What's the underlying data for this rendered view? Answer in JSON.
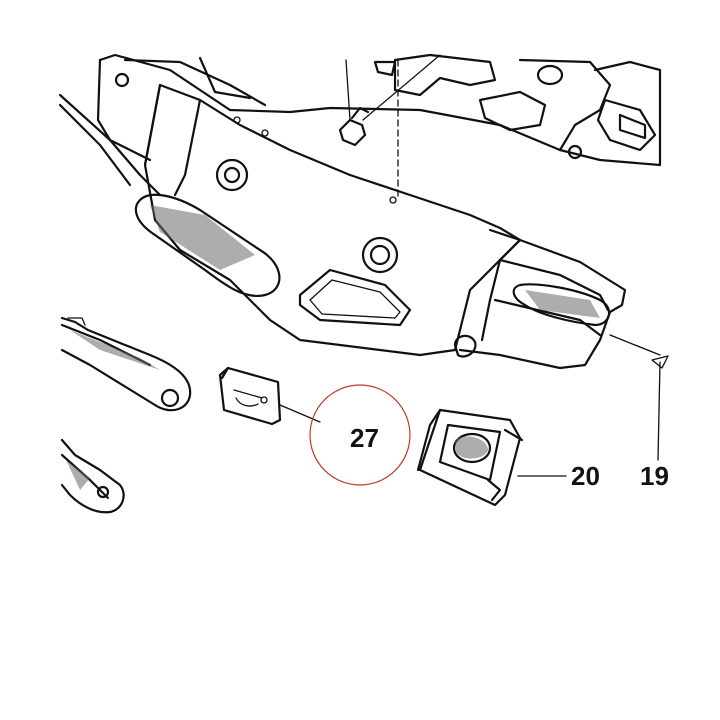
{
  "callouts": {
    "part_27": "27",
    "part_20": "20",
    "part_19": "19"
  },
  "colors": {
    "line": "#111111",
    "highlight_circle": "#c0392b",
    "background": "#ffffff"
  }
}
